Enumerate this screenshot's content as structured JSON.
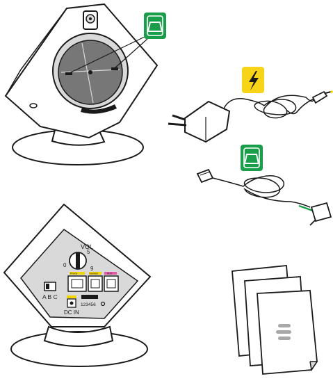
{
  "colors": {
    "line": "#1a1a1a",
    "panel_gray": "#d9d9d9",
    "disc_gray": "#777777",
    "phone_green": "#1a9e4b",
    "power_yellow": "#f7d417",
    "port_yellow": "#f2d400",
    "port_pink": "#e05aa8",
    "doc_gray": "#a8a8a8"
  },
  "icons": {
    "phone_connection": "phone-connection-icon",
    "power": "lightning-bolt-icon",
    "document": "document-lines-icon"
  },
  "rear_panel": {
    "vol_label": "VOL",
    "dial_marks": [
      "0",
      "5",
      "9"
    ],
    "switch_label": "A B C",
    "dc_label": "DC IN",
    "dip_label": "123456",
    "port_labels": [
      "Phone",
      "Handset",
      "AUX"
    ]
  }
}
